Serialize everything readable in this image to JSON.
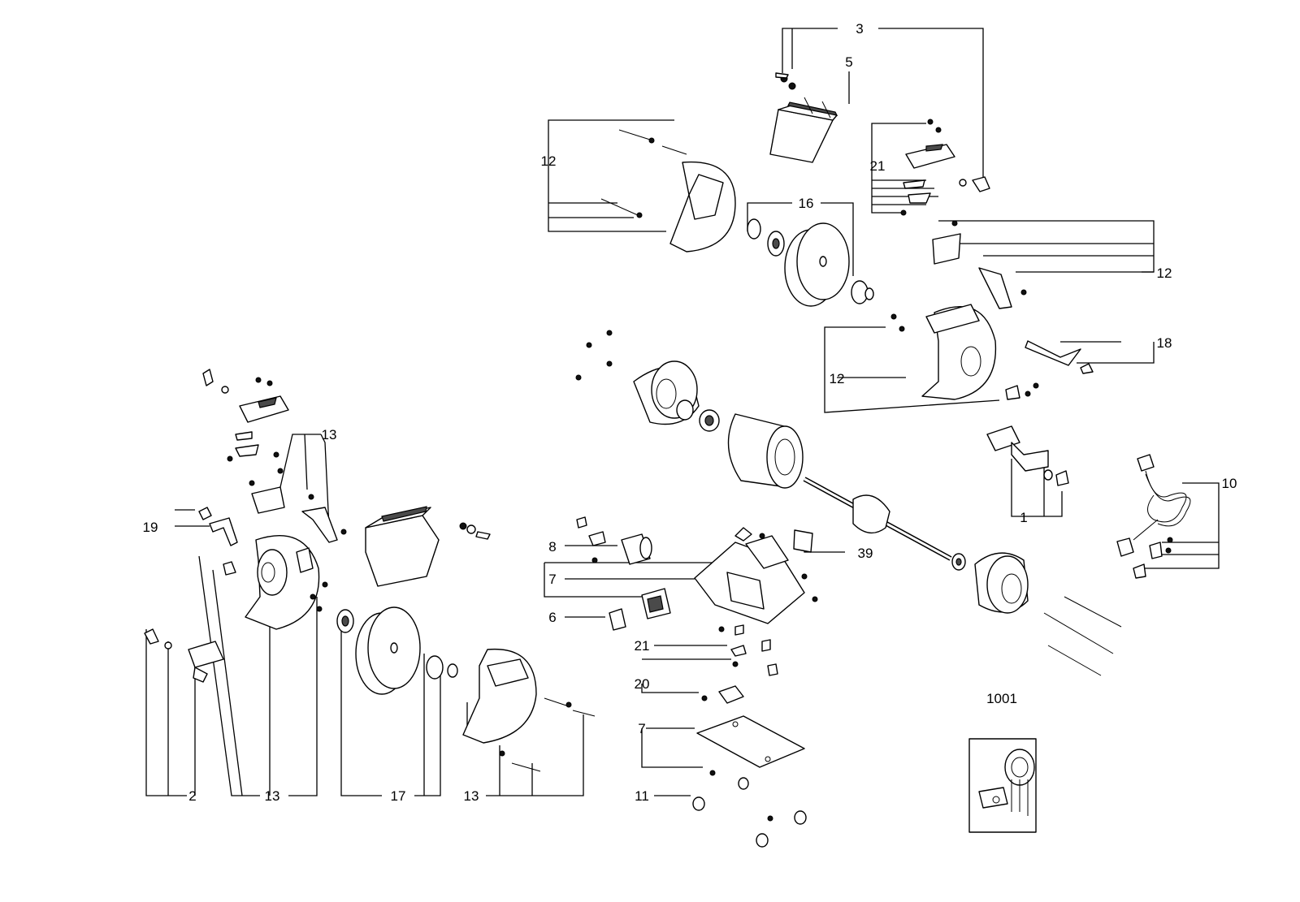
{
  "callouts": [
    {
      "id": "c3",
      "text": "3"
    },
    {
      "id": "c5",
      "text": "5"
    },
    {
      "id": "c12a",
      "text": "12"
    },
    {
      "id": "c21a",
      "text": "21"
    },
    {
      "id": "c16",
      "text": "16"
    },
    {
      "id": "c12b",
      "text": "12"
    },
    {
      "id": "c12c",
      "text": "12"
    },
    {
      "id": "c18",
      "text": "18"
    },
    {
      "id": "c1",
      "text": "1"
    },
    {
      "id": "c10",
      "text": "10"
    },
    {
      "id": "c39",
      "text": "39"
    },
    {
      "id": "c8",
      "text": "8"
    },
    {
      "id": "c7a",
      "text": "7"
    },
    {
      "id": "c6",
      "text": "6"
    },
    {
      "id": "c21b",
      "text": "21"
    },
    {
      "id": "c20",
      "text": "20"
    },
    {
      "id": "c7b",
      "text": "7"
    },
    {
      "id": "c11",
      "text": "11"
    },
    {
      "id": "c1001",
      "text": "1001"
    },
    {
      "id": "c13a",
      "text": "13"
    },
    {
      "id": "c19",
      "text": "19"
    },
    {
      "id": "c2",
      "text": "2"
    },
    {
      "id": "c13b",
      "text": "13"
    },
    {
      "id": "c17",
      "text": "17"
    },
    {
      "id": "c13c",
      "text": "13"
    }
  ]
}
